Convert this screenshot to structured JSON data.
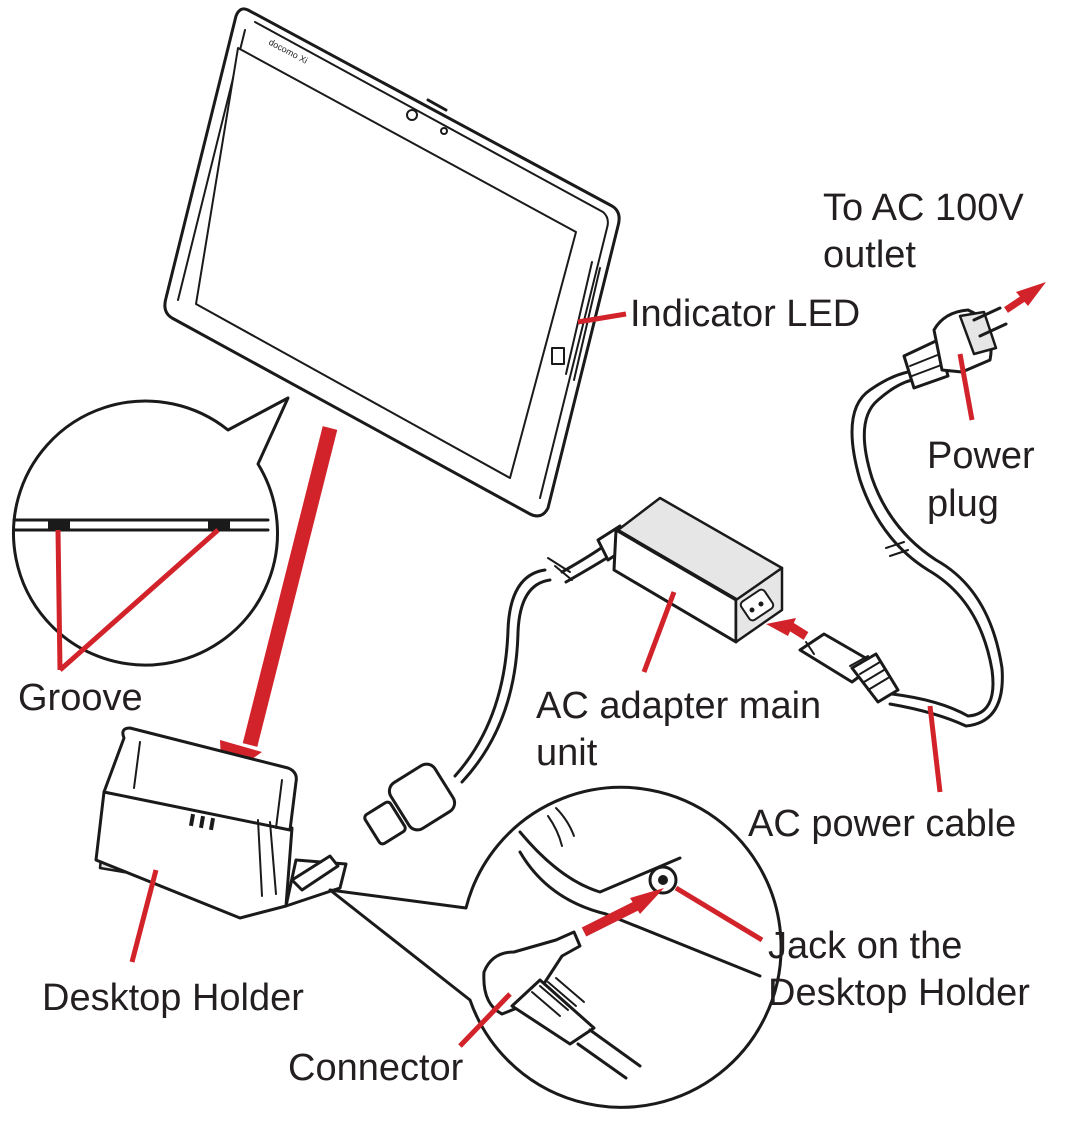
{
  "labels": {
    "outlet_line1": "To AC 100V",
    "outlet_line2": "outlet",
    "indicator_led": "Indicator LED",
    "power_plug_line1": "Power",
    "power_plug_line2": "plug",
    "groove": "Groove",
    "ac_adapter_line1": "AC adapter main",
    "ac_adapter_line2": "unit",
    "ac_power_cable": "AC power cable",
    "jack_line1": "Jack on the",
    "jack_line2": "Desktop Holder",
    "desktop_holder": "Desktop Holder",
    "connector": "Connector"
  },
  "tablet_brand": "docomo Xi",
  "colors": {
    "leader": "#d2232a",
    "outline": "#1a1a1a",
    "text": "#231f20"
  }
}
